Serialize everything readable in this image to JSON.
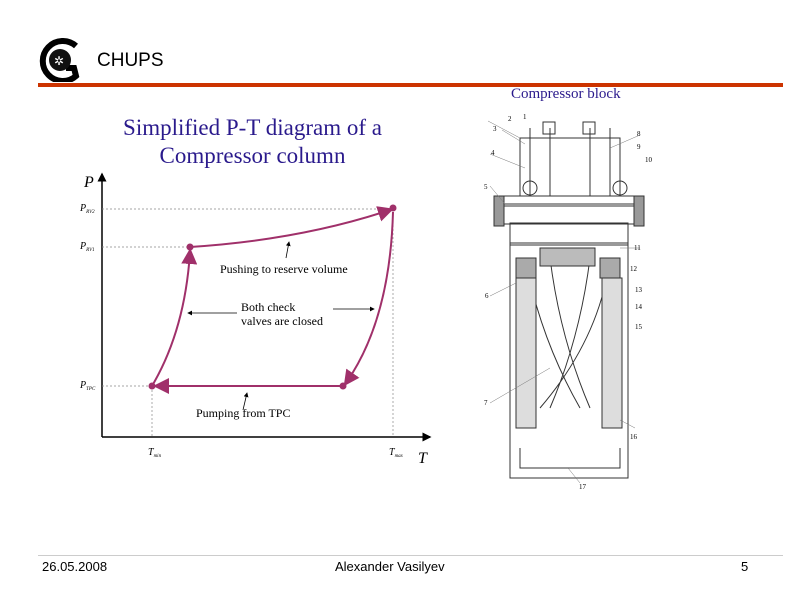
{
  "header": {
    "brand": "CHUPS",
    "logo": "chups-logo"
  },
  "slide": {
    "title_line1": "Simplified P-T diagram of a",
    "title_line2": "Compressor column",
    "compressor_title": "Compressor block"
  },
  "diagram": {
    "y_axis": "P",
    "x_axis": "T",
    "y_ticks": [
      {
        "main": "P",
        "sub": "RV2"
      },
      {
        "main": "P",
        "sub": "RV1"
      },
      {
        "main": "P",
        "sub": "TPC"
      }
    ],
    "x_ticks": [
      {
        "main": "T",
        "sub": "min"
      },
      {
        "main": "T",
        "sub": "max"
      }
    ],
    "annotations": {
      "push": "Pushing to reserve volume",
      "closed1": "Both check",
      "closed2": "valves are closed",
      "pump": "Pumping from TPC"
    },
    "curve_color": "#a0306a"
  },
  "compressor": {
    "labels": [
      "1",
      "2",
      "3",
      "4",
      "5",
      "6",
      "7",
      "8",
      "9",
      "10",
      "11",
      "12",
      "13",
      "14",
      "15",
      "16",
      "17"
    ]
  },
  "footer": {
    "date": "26.05.2008",
    "author": "Alexander Vasilyev",
    "page": "5"
  }
}
